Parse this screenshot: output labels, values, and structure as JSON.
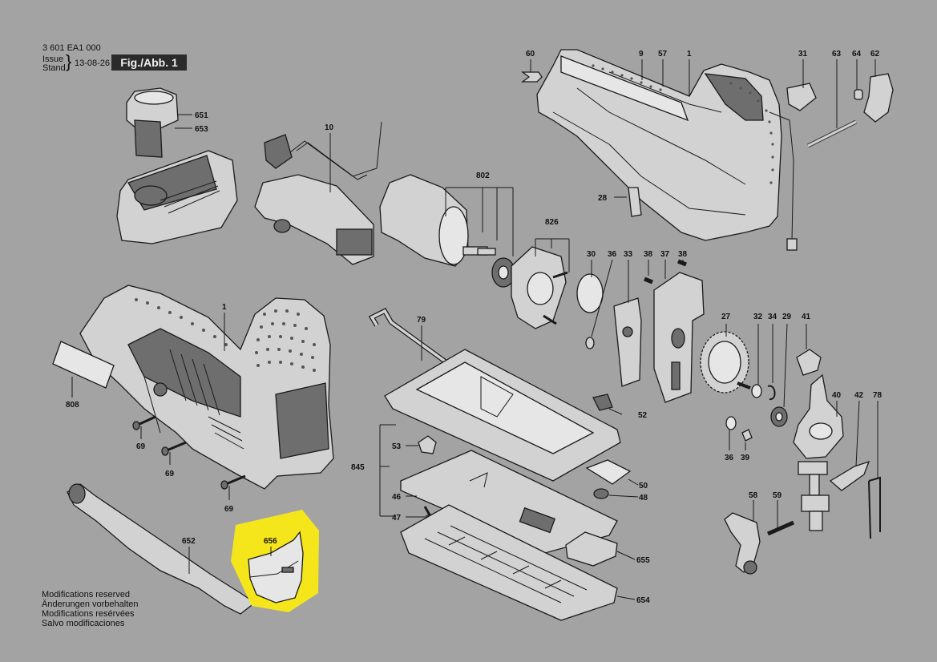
{
  "header": {
    "drawing_number": "3 601 EA1 000",
    "issue_label": "Issue",
    "stand_label": "Stand",
    "date": "13-08-26",
    "figure_label": "Fig./Abb. 1"
  },
  "notes": [
    "Modifications reserved",
    "Änderungen vorbehalten",
    "Modifications resérvées",
    "Salvo modificaciones"
  ],
  "highlight": {
    "color": "#f5e61c",
    "part": "656"
  },
  "colors": {
    "background": "#a3a3a3",
    "part_fill": "#d2d2d2",
    "outline": "#1a1a1a"
  },
  "labels": {
    "p60": "60",
    "p9": "9",
    "p57": "57",
    "p1_top": "1",
    "p31": "31",
    "p63": "63",
    "p64": "64",
    "p62": "62",
    "p651": "651",
    "p653": "653",
    "p10": "10",
    "p802": "802",
    "p826": "826",
    "p28": "28",
    "p30": "30",
    "p36a": "36",
    "p33": "33",
    "p38a": "38",
    "p37": "37",
    "p38b": "38",
    "p1_mid": "1",
    "p808": "808",
    "p69a": "69",
    "p69b": "69",
    "p69c": "69",
    "p79": "79",
    "p27": "27",
    "p32": "32",
    "p34": "34",
    "p29": "29",
    "p41": "41",
    "p52": "52",
    "p53": "53",
    "p845": "845",
    "p46": "46",
    "p47": "47",
    "p50": "50",
    "p48": "48",
    "p36b": "36",
    "p39": "39",
    "p40": "40",
    "p42": "42",
    "p78": "78",
    "p652": "652",
    "p656": "656",
    "p655": "655",
    "p654": "654",
    "p58": "58",
    "p59": "59"
  }
}
